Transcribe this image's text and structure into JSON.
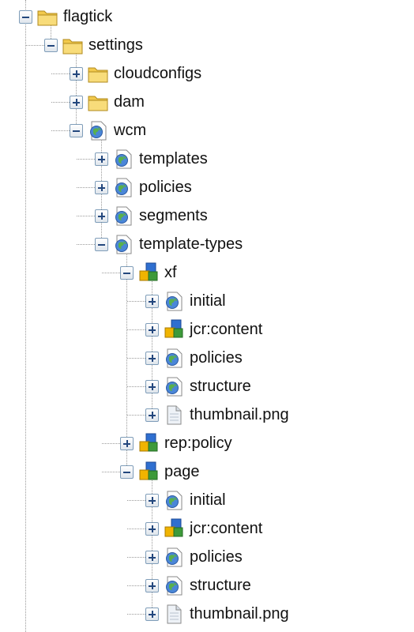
{
  "tree": {
    "nodes": [
      {
        "label": "flagtick",
        "depth": 0,
        "icon": "folder",
        "state": "expanded"
      },
      {
        "label": "settings",
        "depth": 1,
        "icon": "folder",
        "state": "expanded"
      },
      {
        "label": "cloudconfigs",
        "depth": 2,
        "icon": "folder",
        "state": "collapsed"
      },
      {
        "label": "dam",
        "depth": 2,
        "icon": "folder",
        "state": "collapsed"
      },
      {
        "label": "wcm",
        "depth": 2,
        "icon": "globe-page",
        "state": "expanded"
      },
      {
        "label": "templates",
        "depth": 3,
        "icon": "globe-page",
        "state": "collapsed"
      },
      {
        "label": "policies",
        "depth": 3,
        "icon": "globe-page",
        "state": "collapsed"
      },
      {
        "label": "segments",
        "depth": 3,
        "icon": "globe-page",
        "state": "collapsed"
      },
      {
        "label": "template-types",
        "depth": 3,
        "icon": "globe-page",
        "state": "expanded"
      },
      {
        "label": "xf",
        "depth": 4,
        "icon": "cubes",
        "state": "expanded"
      },
      {
        "label": "initial",
        "depth": 5,
        "icon": "globe-page",
        "state": "collapsed"
      },
      {
        "label": "jcr:content",
        "depth": 5,
        "icon": "cubes",
        "state": "collapsed"
      },
      {
        "label": "policies",
        "depth": 5,
        "icon": "globe-page",
        "state": "collapsed"
      },
      {
        "label": "structure",
        "depth": 5,
        "icon": "globe-page",
        "state": "collapsed"
      },
      {
        "label": "thumbnail.png",
        "depth": 5,
        "icon": "file",
        "state": "collapsed"
      },
      {
        "label": "rep:policy",
        "depth": 4,
        "icon": "cubes",
        "state": "collapsed"
      },
      {
        "label": "page",
        "depth": 4,
        "icon": "cubes",
        "state": "expanded"
      },
      {
        "label": "initial",
        "depth": 5,
        "icon": "globe-page",
        "state": "collapsed"
      },
      {
        "label": "jcr:content",
        "depth": 5,
        "icon": "cubes",
        "state": "collapsed"
      },
      {
        "label": "policies",
        "depth": 5,
        "icon": "globe-page",
        "state": "collapsed"
      },
      {
        "label": "structure",
        "depth": 5,
        "icon": "globe-page",
        "state": "collapsed"
      },
      {
        "label": "thumbnail.png",
        "depth": 5,
        "icon": "file",
        "state": "collapsed"
      }
    ]
  },
  "colors": {
    "connector": "#9a9a9a",
    "toggle_border": "#7f9db9",
    "toggle_sign": "#23477d",
    "folder": "#f2c94c",
    "cube_blue": "#2f6fd0",
    "cube_yellow": "#f0b400",
    "cube_green": "#3d9a3a",
    "text": "#111111"
  }
}
